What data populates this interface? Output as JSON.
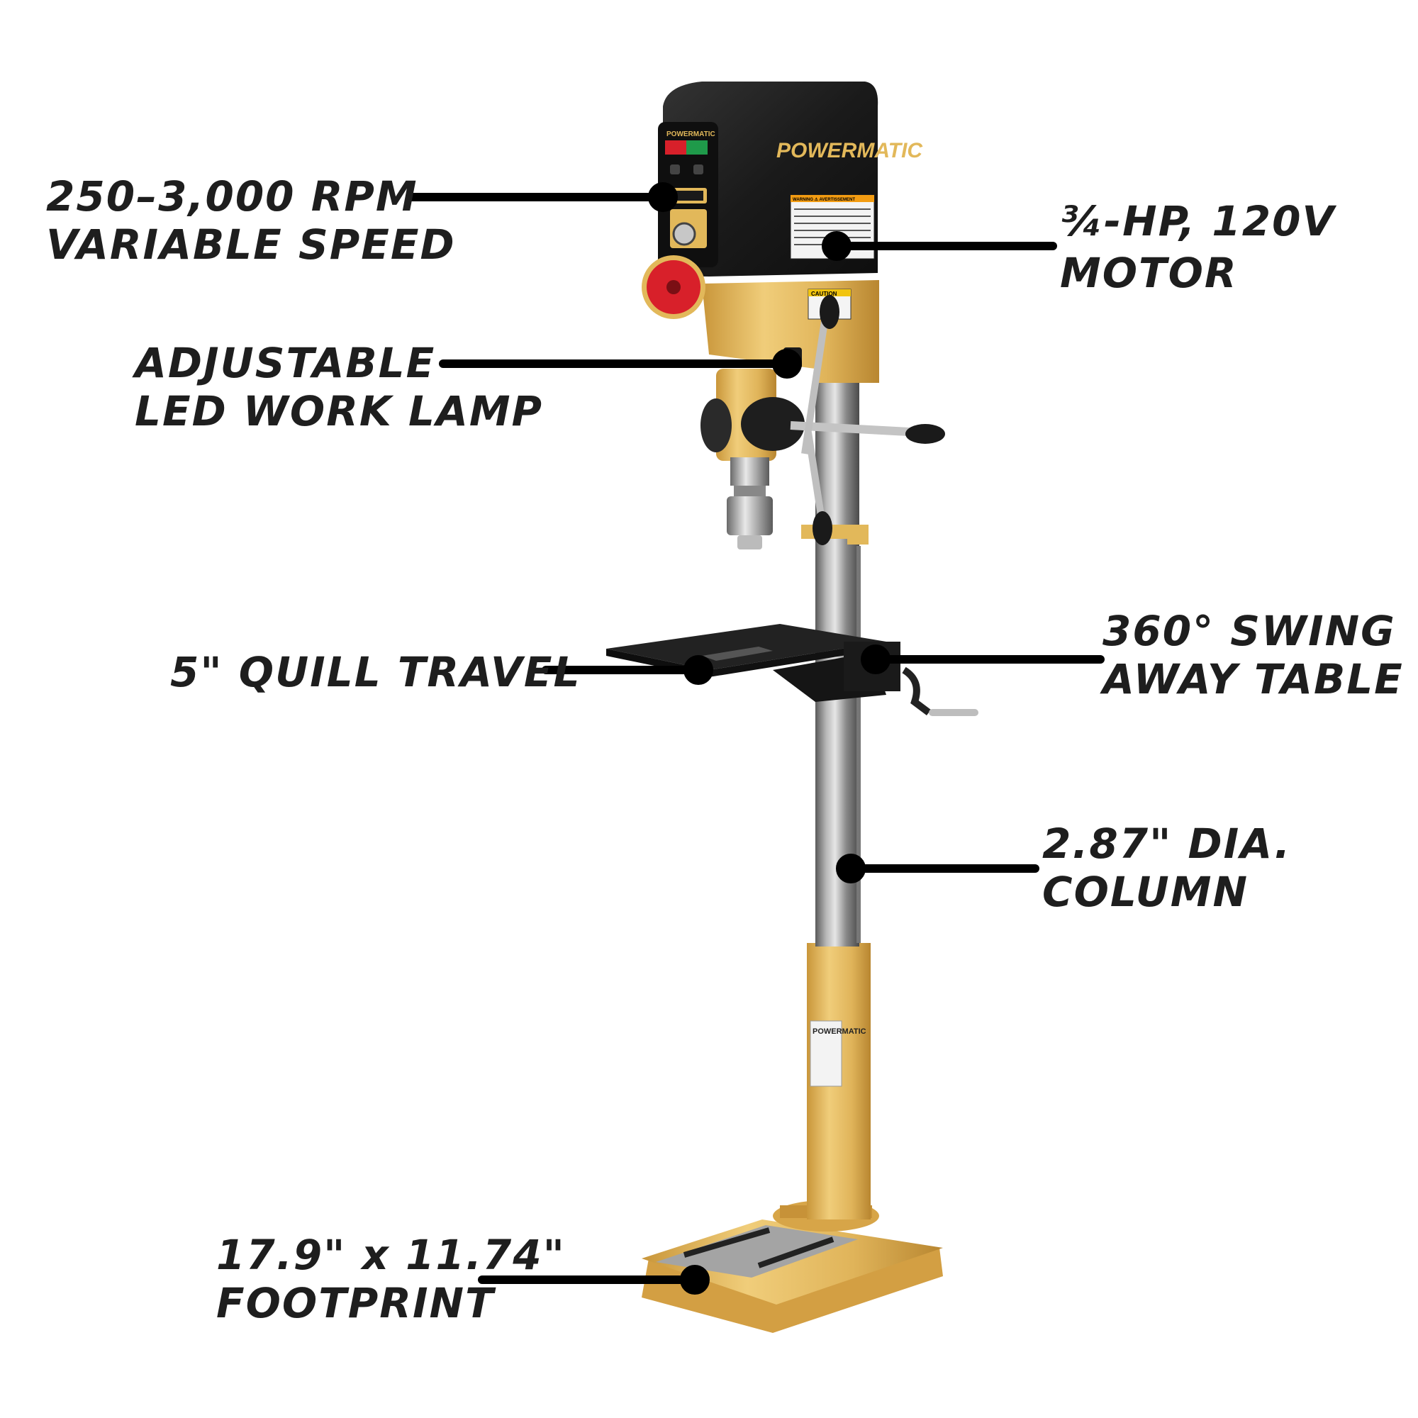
{
  "product": {
    "brand": "POWERMATIC",
    "panel_brand": "POWERMATIC",
    "warning_label": "WARNING ⚠ AVERTISSEMENT",
    "caution_label": "CAUTION"
  },
  "callouts": {
    "speed": {
      "line1": "250–3,000 RPM",
      "line2": "VARIABLE SPEED"
    },
    "motor": {
      "line1": "¾-HP, 120V",
      "line2": "MOTOR"
    },
    "lamp": {
      "line1": "ADJUSTABLE",
      "line2": "LED WORK LAMP"
    },
    "quill": {
      "line1": "5\" QUILL TRAVEL"
    },
    "table": {
      "line1": "360° SWING",
      "line2": "AWAY TABLE"
    },
    "column": {
      "line1": "2.87\" DIA.",
      "line2": "COLUMN"
    },
    "footprint": {
      "line1": "17.9\" x 11.74\"",
      "line2": "FOOTPRINT"
    }
  },
  "colors": {
    "label_text": "#1e1e1e",
    "leader_line": "#000000",
    "powermatic_gold": "#e2b85a",
    "body_black": "#1c1c1c",
    "column_steel": "#8a8a8a",
    "stop_red": "#d8202a"
  }
}
